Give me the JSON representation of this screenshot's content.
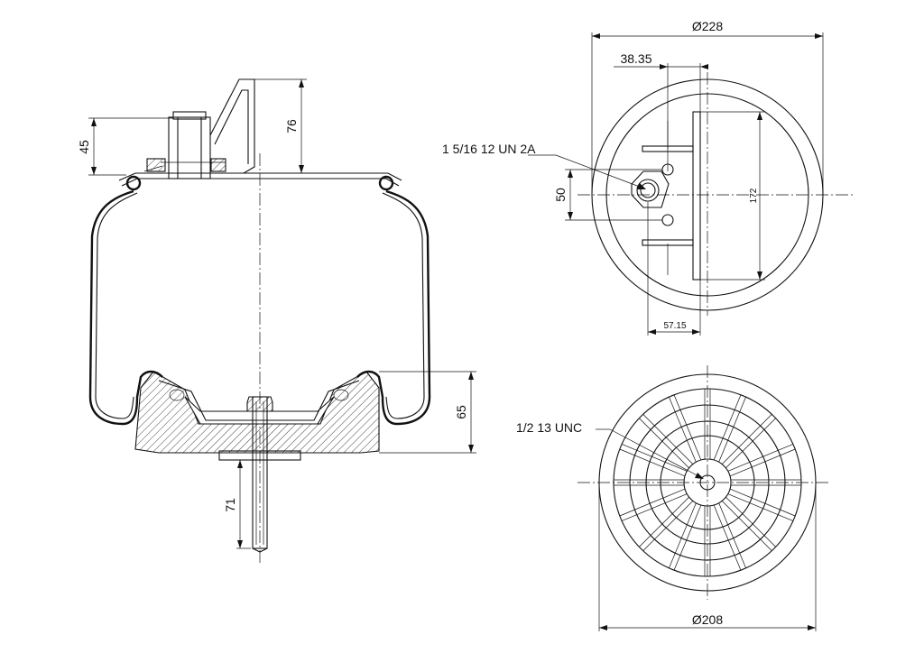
{
  "side_view": {
    "dim_mount_height": "45",
    "dim_bracket_height": "76",
    "dim_piston_height": "65",
    "dim_stud_length": "71"
  },
  "top_view": {
    "dim_outer_diameter": "Ø228",
    "dim_bracket_offset": "38.35",
    "dim_bracket_span": "172",
    "dim_stud_offset": "50",
    "dim_bracket_width": "57.15",
    "thread_callout": "1 5/16 12 UN 2A"
  },
  "bottom_view": {
    "dim_piston_diameter": "Ø208",
    "thread_callout": "1/2 13 UNC"
  }
}
